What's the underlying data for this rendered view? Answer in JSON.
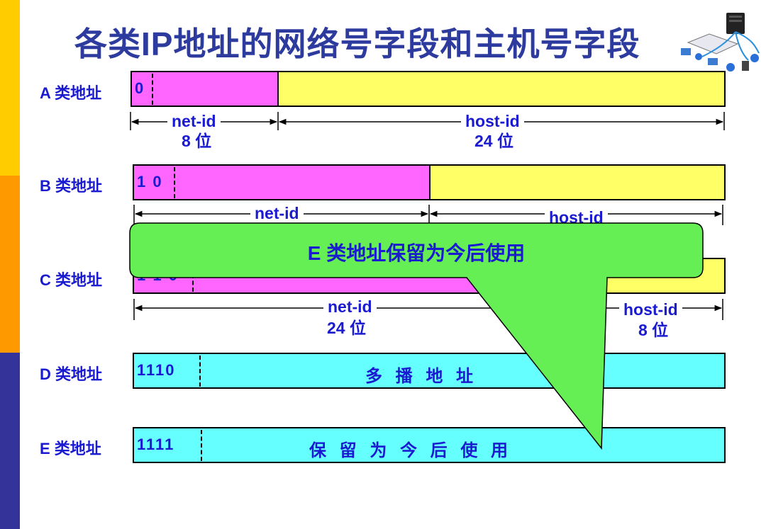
{
  "title": "各类IP地址的网络号字段和主机号字段",
  "colors": {
    "magenta": "#ff66ff",
    "yellow": "#ffff66",
    "cyan": "#66ffff",
    "callout": "#66ee55",
    "text": "#1a1ad0"
  },
  "rows": {
    "a": {
      "label": "A 类地址",
      "bits": "0",
      "net": "net-id",
      "net_bits": "8 位",
      "host": "host-id",
      "host_bits": "24 位"
    },
    "b": {
      "label": "B 类地址",
      "bits": "1 0",
      "net": "net-id",
      "host": "host-id"
    },
    "c": {
      "label": "C 类地址",
      "bits": "1 1 0",
      "net": "net-id",
      "net_bits": "24 位",
      "host": "host-id",
      "host_bits": "8 位"
    },
    "d": {
      "label": "D 类地址",
      "bits": "1110",
      "text": "多 播 地 址"
    },
    "e": {
      "label": "E 类地址",
      "bits": "1111",
      "text": "保 留 为 今 后 使 用"
    }
  },
  "callout": {
    "text": "E 类地址保留为今后使用"
  },
  "icons": {
    "corner": "network-icon"
  }
}
